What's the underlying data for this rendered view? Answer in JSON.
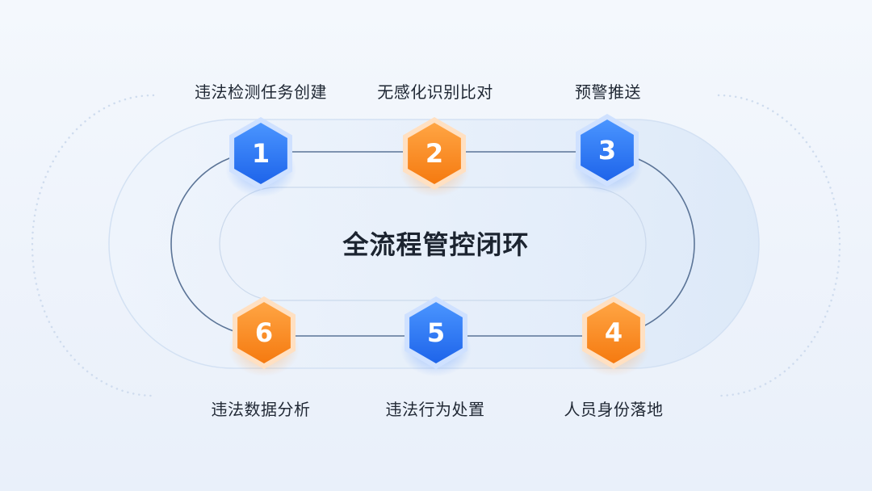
{
  "title": "全流程管控闭环",
  "colors": {
    "blue": "#2f7df5",
    "orange": "#f88a24",
    "track": "#5b7497"
  },
  "steps": [
    {
      "number": "1",
      "label": "违法检测任务创建",
      "color": "blue"
    },
    {
      "number": "2",
      "label": "无感化识别比对",
      "color": "orange"
    },
    {
      "number": "3",
      "label": "预警推送",
      "color": "blue"
    },
    {
      "number": "4",
      "label": "人员身份落地",
      "color": "orange"
    },
    {
      "number": "5",
      "label": "违法行为处置",
      "color": "blue"
    },
    {
      "number": "6",
      "label": "违法数据分析",
      "color": "orange"
    }
  ]
}
